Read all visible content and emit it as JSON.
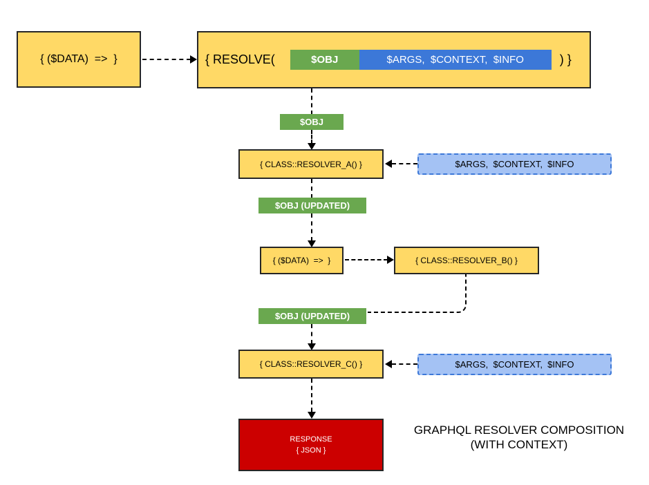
{
  "title": {
    "line1": "GRAPHQL RESOLVER COMPOSITION",
    "line2": "(WITH CONTEXT)"
  },
  "colors": {
    "yellow": "#FFD966",
    "green": "#6AA84F",
    "blue": "#3C78D8",
    "light_blue": "#A4C2F4",
    "red": "#CC0000",
    "border_dark": "#262626"
  },
  "nodes": {
    "data_fn_top": "{ ($DATA)  =>  }",
    "resolve_open": "{ RESOLVE(",
    "obj_param": "$OBJ",
    "context_params": "$ARGS,  $CONTEXT,  $INFO",
    "resolve_close": ") }",
    "obj_pass_label": "$OBJ",
    "resolver_a": "{ CLASS::RESOLVER_A() }",
    "context_injection_a": "$ARGS,  $CONTEXT,  $INFO",
    "obj_updated_1": "$OBJ (UPDATED)",
    "data_fn_mid": "{ ($DATA)  =>  }",
    "resolver_b": "{ CLASS::RESOLVER_B() }",
    "obj_updated_2": "$OBJ (UPDATED)",
    "resolver_c": "{ CLASS::RESOLVER_C() }",
    "context_injection_c": "$ARGS,  $CONTEXT,  $INFO",
    "response_line1": "RESPONSE",
    "response_line2": "{ JSON }"
  }
}
